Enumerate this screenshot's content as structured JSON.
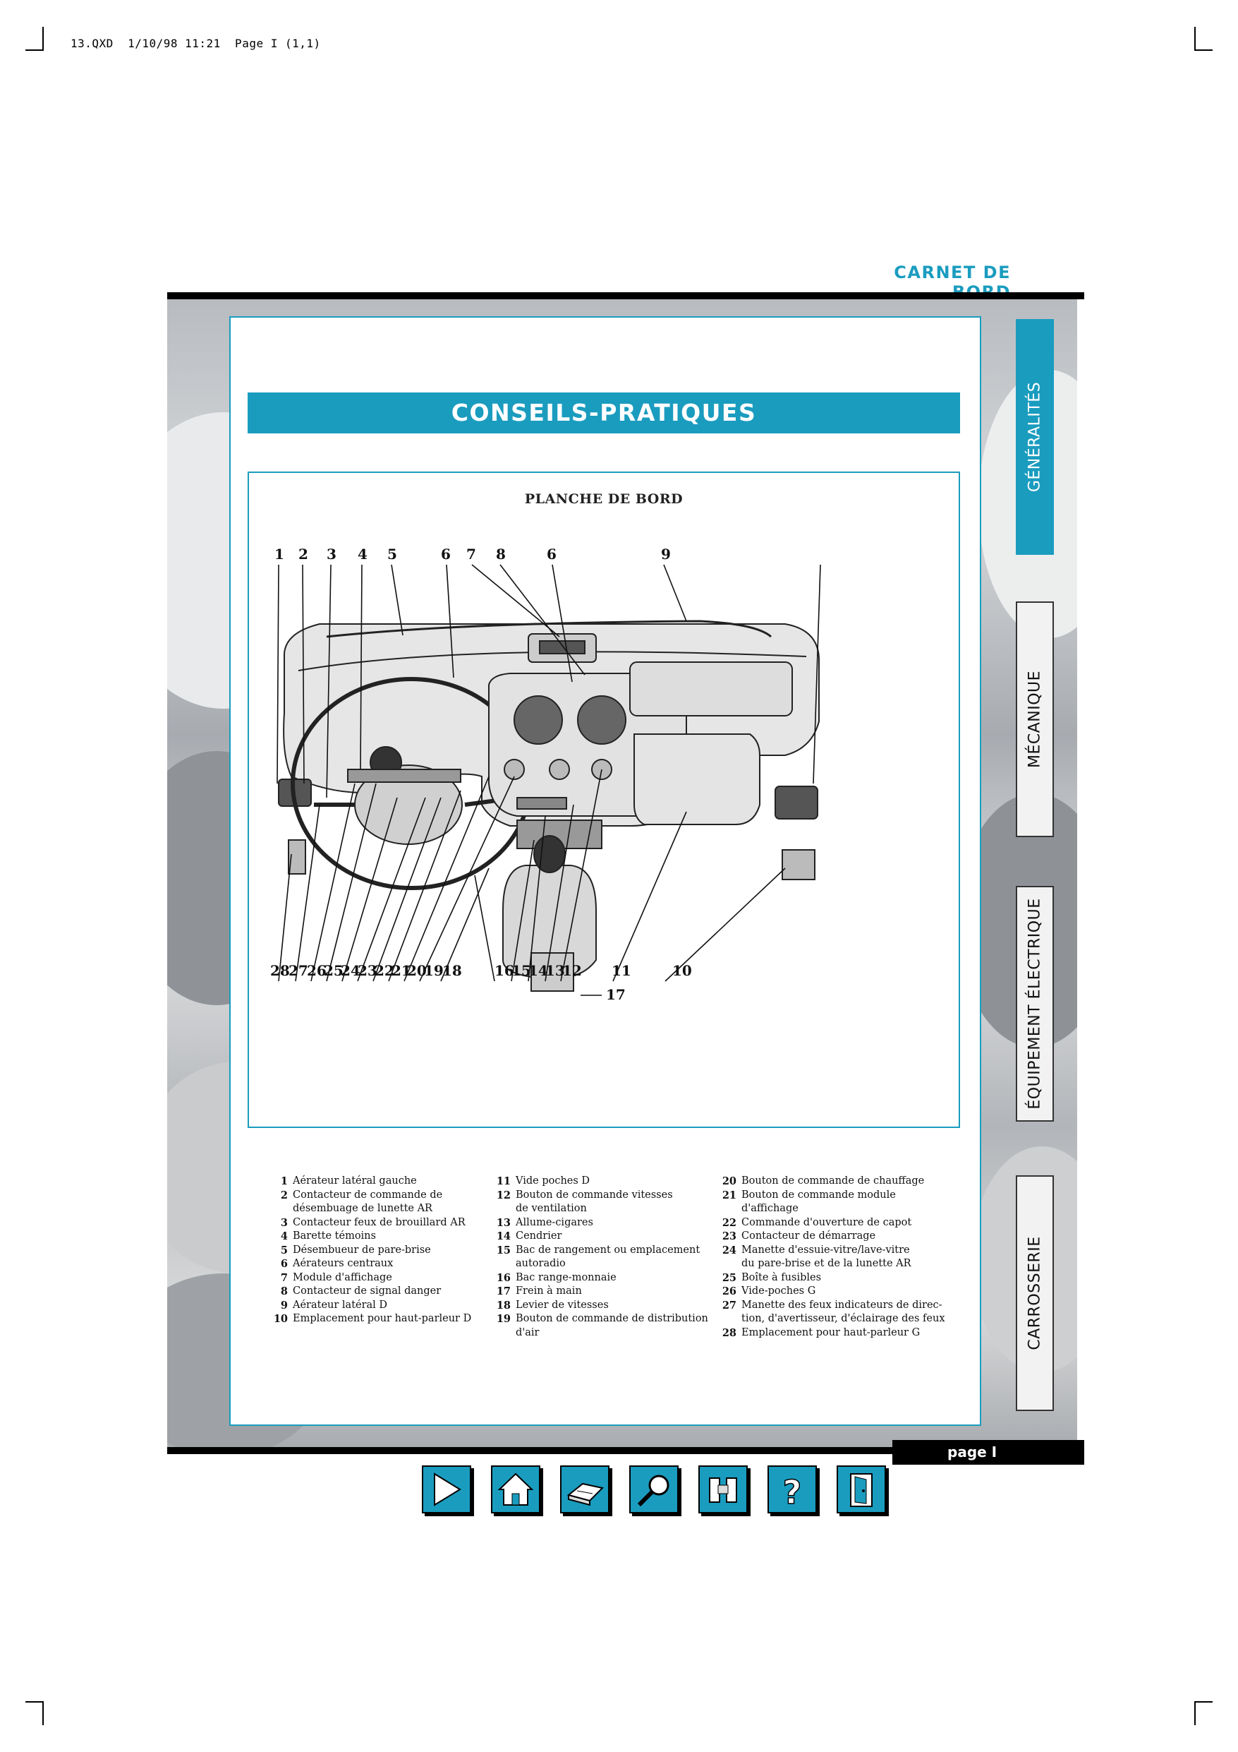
{
  "slug": "13.QXD  1/10/98 11:21  Page I (1,1)",
  "header": {
    "section": "CARNET DE BORD"
  },
  "banner": {
    "title": "CONSEILS-PRATIQUES"
  },
  "figure": {
    "title": "PLANCHE DE BORD",
    "labels_top": [
      "1",
      "2",
      "3",
      "4",
      "5",
      "6",
      "7",
      "8",
      "6",
      "9"
    ],
    "labels_bottom": [
      "28",
      "27",
      "26",
      "25",
      "24",
      "23",
      "22",
      "21",
      "20",
      "19",
      "18",
      "16",
      "15",
      "14",
      "13",
      "12",
      "11",
      "10"
    ],
    "label_17": "17"
  },
  "captions": {
    "col1": [
      {
        "n": "1",
        "t": "Aérateur latéral gauche"
      },
      {
        "n": "2",
        "t": "Contacteur de commande de\ndésembuage de lunette AR"
      },
      {
        "n": "3",
        "t": "Contacteur feux de brouillard AR"
      },
      {
        "n": "4",
        "t": "Barette témoins"
      },
      {
        "n": "5",
        "t": "Désembueur de pare-brise"
      },
      {
        "n": "6",
        "t": "Aérateurs centraux"
      },
      {
        "n": "7",
        "t": "Module d'affichage"
      },
      {
        "n": "8",
        "t": "Contacteur de signal danger"
      },
      {
        "n": "9",
        "t": "Aérateur latéral D"
      },
      {
        "n": "10",
        "t": "Emplacement pour haut-parleur D"
      }
    ],
    "col2": [
      {
        "n": "11",
        "t": "Vide poches D"
      },
      {
        "n": "12",
        "t": "Bouton de commande vitesses\nde ventilation"
      },
      {
        "n": "13",
        "t": "Allume-cigares"
      },
      {
        "n": "14",
        "t": "Cendrier"
      },
      {
        "n": "15",
        "t": "Bac de rangement ou emplacement\nautoradio"
      },
      {
        "n": "16",
        "t": "Bac range-monnaie"
      },
      {
        "n": "17",
        "t": "Frein à main"
      },
      {
        "n": "18",
        "t": "Levier de vitesses"
      },
      {
        "n": "19",
        "t": "Bouton de commande de distribution\nd'air"
      }
    ],
    "col3": [
      {
        "n": "20",
        "t": "Bouton de commande de chauffage"
      },
      {
        "n": "21",
        "t": "Bouton de commande module\nd'affichage"
      },
      {
        "n": "22",
        "t": "Commande d'ouverture de capot"
      },
      {
        "n": "23",
        "t": "Contacteur de démarrage"
      },
      {
        "n": "24",
        "t": "Manette d'essuie-vitre/lave-vitre\ndu pare-brise et de la lunette AR"
      },
      {
        "n": "25",
        "t": "Boîte à fusibles"
      },
      {
        "n": "26",
        "t": "Vide-poches G"
      },
      {
        "n": "27",
        "t": "Manette des feux indicateurs de direc-\ntion, d'avertisseur, d'éclairage des feux"
      },
      {
        "n": "28",
        "t": "Emplacement pour haut-parleur G"
      }
    ]
  },
  "tabs": [
    {
      "label": "GÉNÉRALITÉS",
      "active": true
    },
    {
      "label": "MÉCANIQUE",
      "active": false
    },
    {
      "label": "ÉQUIPEMENT ÉLECTRIQUE",
      "active": false
    },
    {
      "label": "CARROSSERIE",
      "active": false
    }
  ],
  "footer": {
    "page_label": "page I"
  },
  "nav_buttons": [
    {
      "icon": "play-icon"
    },
    {
      "icon": "home-icon"
    },
    {
      "icon": "printer-icon"
    },
    {
      "icon": "magnifier-icon"
    },
    {
      "icon": "binoculars-icon"
    },
    {
      "icon": "help-icon"
    },
    {
      "icon": "exit-door-icon"
    }
  ],
  "colors": {
    "accent": "#1a9cbf",
    "bar": "#000000"
  }
}
